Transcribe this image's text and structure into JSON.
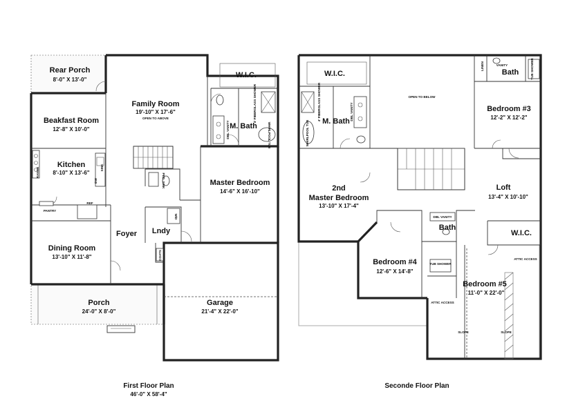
{
  "first_floor": {
    "caption": "First Floor Plan",
    "overall_dims": "46'-0\" X 58'-4\"",
    "rooms": {
      "rear_porch": {
        "name": "Rear Porch",
        "dims": "8'-0\" X 13'-0\""
      },
      "family_room": {
        "name": "Family Room",
        "dims": "19'-10\" X 17'-6\"",
        "note": "OPEN TO ABOVE"
      },
      "wic": {
        "name": "W.I.C."
      },
      "mbath": {
        "name": "M. Bath"
      },
      "breakfast": {
        "name": "Beakfast Room",
        "dims": "12'-8\" X 10'-0\""
      },
      "kitchen": {
        "name": "Kitchen",
        "dims": "8'-10\" X 13'-6\""
      },
      "master_bedroom": {
        "name": "Master Bedroom",
        "dims": "14'-6\" X 16'-10\""
      },
      "foyer": {
        "name": "Foyer"
      },
      "laundry": {
        "name": "Lndy"
      },
      "dining": {
        "name": "Dining Room",
        "dims": "13'-10\" X 11'-8\""
      },
      "porch": {
        "name": "Porch",
        "dims": "24'-0\" X 8'-0\""
      },
      "garage": {
        "name": "Garage",
        "dims": "21'-4\" X 22'-0\""
      }
    },
    "fixtures": {
      "shower": "4' FIBERGLASS SHOWER",
      "dbl_vanity": "DBL VANITY",
      "whirlpool": "WHIRLPOOL TUB",
      "range": "RANGE",
      "dw": "DW",
      "sink": "SINK",
      "ref": "REF",
      "pantry": "PANTRY",
      "ped_sink": "PED. SINK",
      "coats": "COATS",
      "wd": "W/D"
    }
  },
  "second_floor": {
    "caption": "Seconde Floor Plan",
    "rooms": {
      "wic1": {
        "name": "W.I.C."
      },
      "open_below": {
        "note": "OPEN TO BELOW"
      },
      "bath_top": {
        "name": "Bath"
      },
      "bedroom3": {
        "name": "Bedroom #3",
        "dims": "12'-2\" X 12'-2\""
      },
      "mbath2": {
        "name": "M. Bath"
      },
      "master2": {
        "name1": "2nd",
        "name2": "Master Bedroom",
        "dims": "13'-10\" X 17'-4\""
      },
      "loft": {
        "name": "Loft",
        "dims": "13'-4\" X 10'-10\""
      },
      "bath_mid": {
        "name": "Bath"
      },
      "wic2": {
        "name": "W.I.C."
      },
      "bedroom4": {
        "name": "Bedroom #4",
        "dims": "12'-6\" X 14'-8\""
      },
      "bedroom5": {
        "name": "Bedroom #5",
        "dims": "11'-0\" X 22'-0\""
      }
    },
    "fixtures": {
      "linen": "LINEN",
      "vanity": "VANITY",
      "tub_shower": "TUB SHOWER",
      "shower": "4' FIBERGLASS SHOWER",
      "dbl_vanity": "DBL VANITY",
      "whirlpool": "WHIRLPOOL TUB",
      "attic_access": "ATTIC ACCESS",
      "slope": "SLOPE"
    }
  }
}
